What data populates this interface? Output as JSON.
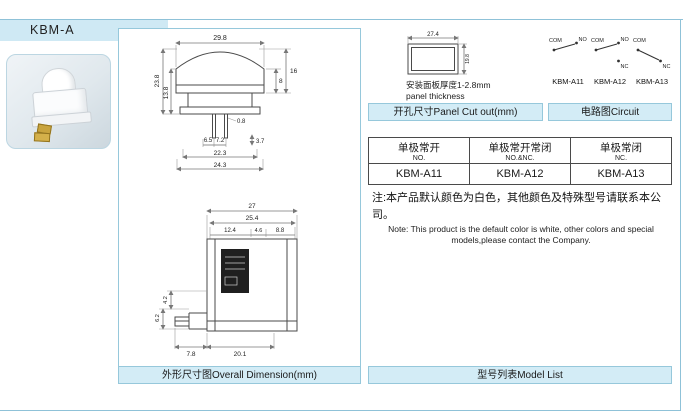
{
  "header": {
    "title": "KBM-A"
  },
  "outline": {
    "caption": "外形尺寸图Overall Dimension(mm)",
    "front": {
      "w": "29.8",
      "h8": "8",
      "h16": "16",
      "hl": "23.8",
      "hi": "13.8",
      "pin": "0.8",
      "g1": "6.5",
      "g2": "7.2",
      "g3": "3.7",
      "b1": "22.3",
      "b2": "24.3"
    },
    "side": {
      "w1": "27",
      "w2": "25.4",
      "t1": "12.4",
      "t2": "4.6",
      "t3": "8.8",
      "l1": "4.2",
      "l2": "6.2",
      "b1": "7.8",
      "b2": "20.1"
    }
  },
  "cutout": {
    "caption": "开孔尺寸Panel Cut out(mm)",
    "w": "27.4",
    "h": "19.8",
    "note_cn": "安装面板厚度1-2.8mm",
    "note_en": "panel thickness"
  },
  "circuit": {
    "caption": "电路图Circuit",
    "items": [
      {
        "label": "KBM-A11",
        "com": "COM",
        "no": "NO"
      },
      {
        "label": "KBM-A12",
        "com": "COM",
        "no": "NO",
        "nc": "NC"
      },
      {
        "label": "KBM-A13",
        "com": "COM",
        "nc": "NC"
      }
    ]
  },
  "model_table": {
    "headers": [
      {
        "cn": "单极常开",
        "en": "NO."
      },
      {
        "cn": "单极常开常闭",
        "en": "NO.&NC."
      },
      {
        "cn": "单极常闭",
        "en": "NC."
      }
    ],
    "row": [
      "KBM-A11",
      "KBM-A12",
      "KBM-A13"
    ]
  },
  "notes": {
    "cn": "注:本产品默认颜色为白色，其他颜色及特殊型号请联系本公司。",
    "en": "Note: This product is the default color is white, other colors and special models,please contact the Company."
  },
  "model_list": {
    "caption": "型号列表Model List"
  }
}
